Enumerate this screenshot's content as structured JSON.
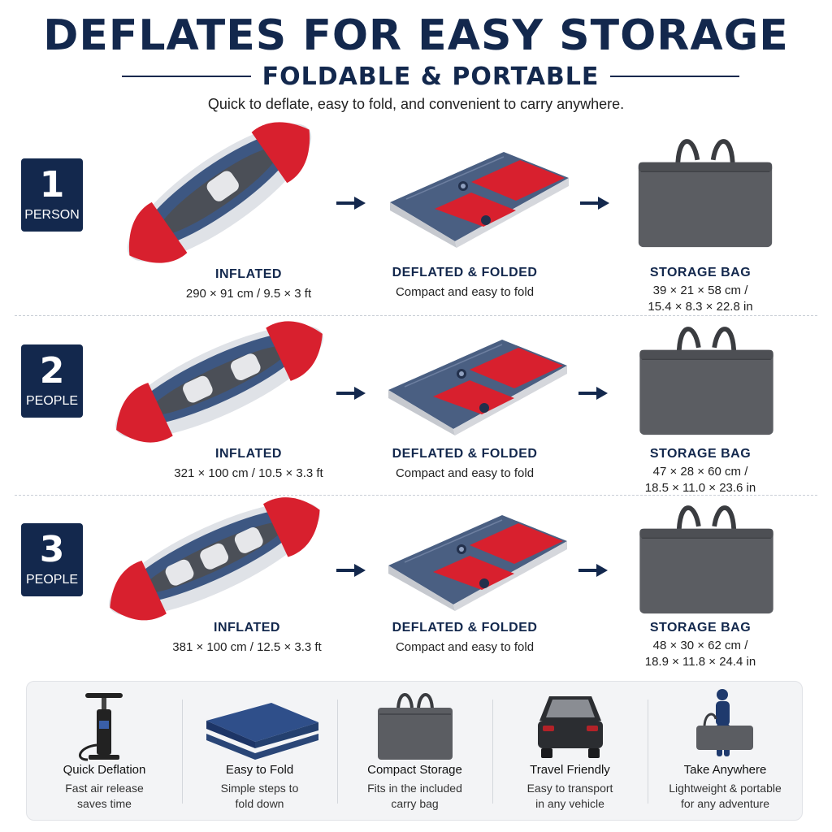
{
  "header": {
    "title": "DEFLATES FOR EASY STORAGE",
    "subtitle": "FOLDABLE & PORTABLE",
    "tagline": "Quick to deflate, easy to fold, and convenient to carry anywhere."
  },
  "rows": [
    {
      "badge_number": "1",
      "badge_label": "PERSON",
      "inflated_title": "INFLATED",
      "inflated_size": "290 × 91 cm / 9.5 × 3 ft",
      "folded_title": "DEFLATED & FOLDED",
      "folded_desc": "Compact and easy to fold",
      "bag_title": "STORAGE BAG",
      "bag_size_cm": "39 × 21 × 58 cm /",
      "bag_size_in": "15.4 × 8.3 × 22.8 in"
    },
    {
      "badge_number": "2",
      "badge_label": "PEOPLE",
      "inflated_title": "INFLATED",
      "inflated_size": "321 × 100 cm / 10.5 × 3.3 ft",
      "folded_title": "DEFLATED & FOLDED",
      "folded_desc": "Compact and easy to fold",
      "bag_title": "STORAGE BAG",
      "bag_size_cm": "47 × 28 × 60 cm /",
      "bag_size_in": "18.5 × 11.0 × 23.6 in"
    },
    {
      "badge_number": "3",
      "badge_label": "PEOPLE",
      "inflated_title": "INFLATED",
      "inflated_size": "381 × 100 cm / 12.5 × 3.3 ft",
      "folded_title": "DEFLATED & FOLDED",
      "folded_desc": "Compact and easy to fold",
      "bag_title": "STORAGE BAG",
      "bag_size_cm": "48 × 30 × 62 cm /",
      "bag_size_in": "18.9 × 11.8 × 24.4 in"
    }
  ],
  "features": [
    {
      "icon": "hand-pump-icon",
      "title": "Quick Deflation",
      "line1": "Fast air release",
      "line2": "saves time"
    },
    {
      "icon": "folded-kayak-icon",
      "title": "Easy to Fold",
      "line1": "Simple steps to",
      "line2": "fold down"
    },
    {
      "icon": "carry-bag-icon",
      "title": "Compact Storage",
      "line1": "Fits in the included",
      "line2": "carry bag"
    },
    {
      "icon": "car-trunk-icon",
      "title": "Travel Friendly",
      "line1": "Easy to transport",
      "line2": "in any vehicle"
    },
    {
      "icon": "person-carrying-bag-icon",
      "title": "Take Anywhere",
      "line1": "Lightweight & portable",
      "line2": "for any adventure"
    }
  ],
  "colors": {
    "navy": "#13284d",
    "kayak_red": "#d8202e",
    "kayak_blue": "#3d5782",
    "bag_gray": "#5b5d62"
  }
}
